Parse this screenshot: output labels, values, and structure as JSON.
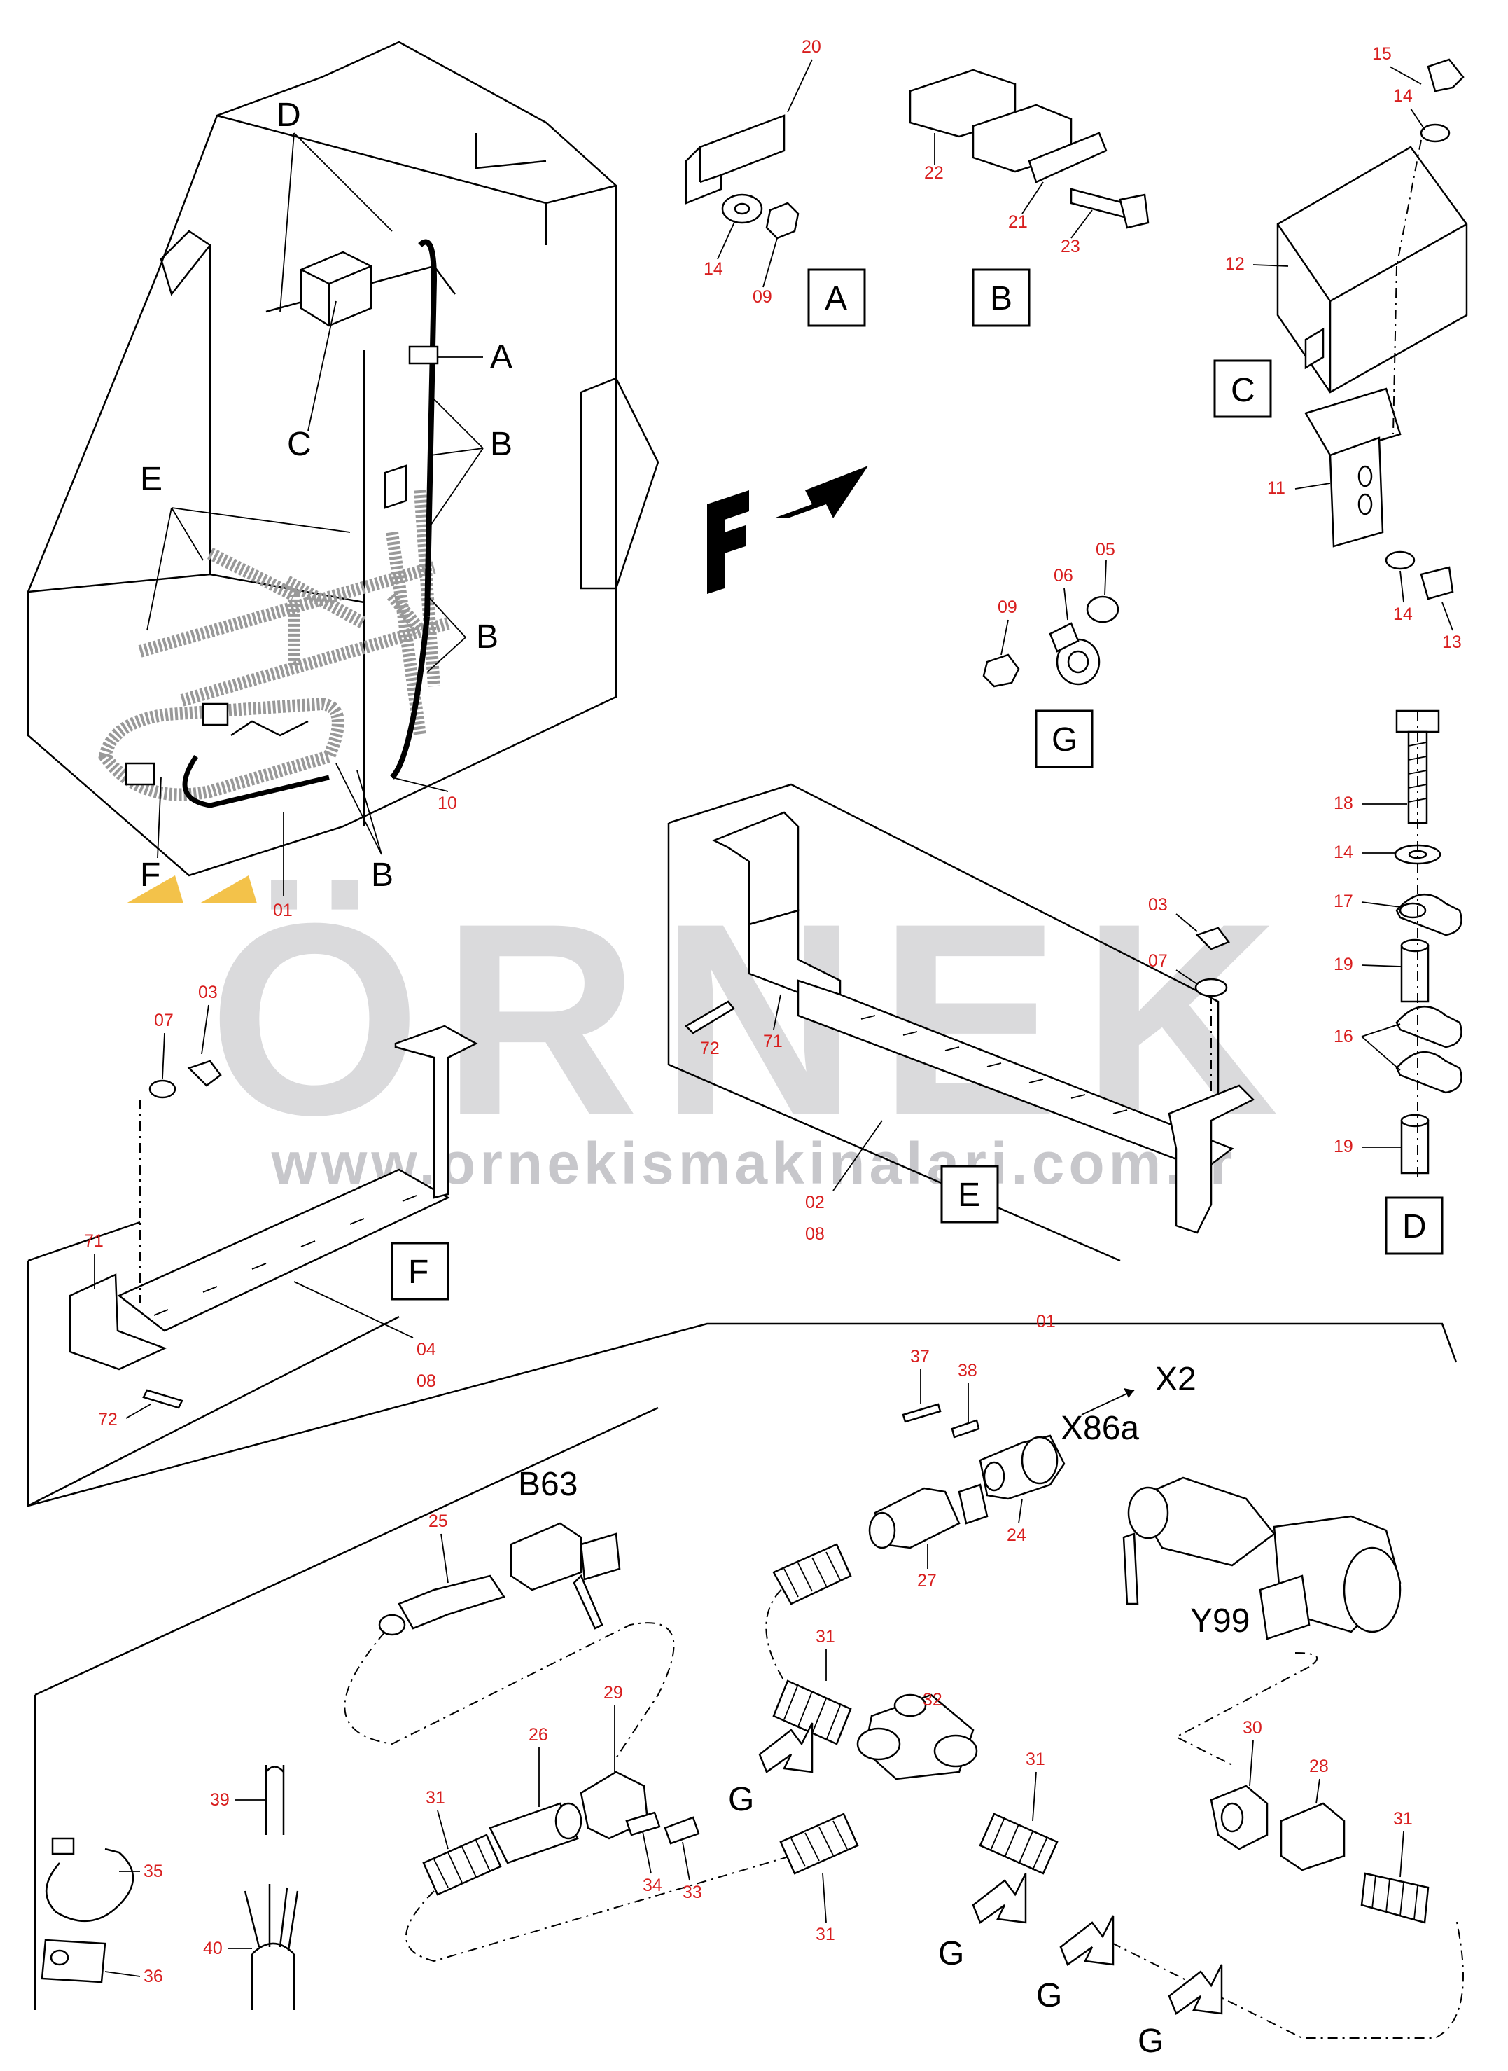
{
  "part_numbers": {
    "n01": "01",
    "n02": "02",
    "n03": "03",
    "n04": "04",
    "n05": "05",
    "n06": "06",
    "n07": "07",
    "n08": "08",
    "n09": "09",
    "n10": "10",
    "n11": "11",
    "n12": "12",
    "n13": "13",
    "n14": "14",
    "n15": "15",
    "n16": "16",
    "n17": "17",
    "n18": "18",
    "n19": "19",
    "n20": "20",
    "n21": "21",
    "n22": "22",
    "n23": "23",
    "n24": "24",
    "n25": "25",
    "n26": "26",
    "n27": "27",
    "n28": "28",
    "n29": "29",
    "n30": "30",
    "n31": "31",
    "n32": "32",
    "n33": "33",
    "n34": "34",
    "n35": "35",
    "n36": "36",
    "n37": "37",
    "n38": "38",
    "n39": "39",
    "n40": "40",
    "n71": "71",
    "n72": "72"
  },
  "detail_letters": {
    "A": "A",
    "B": "B",
    "C": "C",
    "D": "D",
    "E": "E",
    "F": "F",
    "G": "G"
  },
  "component_labels": {
    "b63": "B63",
    "x86a": "X86a",
    "x2": "X2",
    "y99": "Y99"
  },
  "watermark": {
    "brand": "ÖRNEK",
    "url": "www.ornekismakinalari.com.tr"
  },
  "colors": {
    "part_number": "#d81e1e",
    "line": "#000000",
    "watermark": "#d6d6d9",
    "accent": "#f3c24a"
  }
}
